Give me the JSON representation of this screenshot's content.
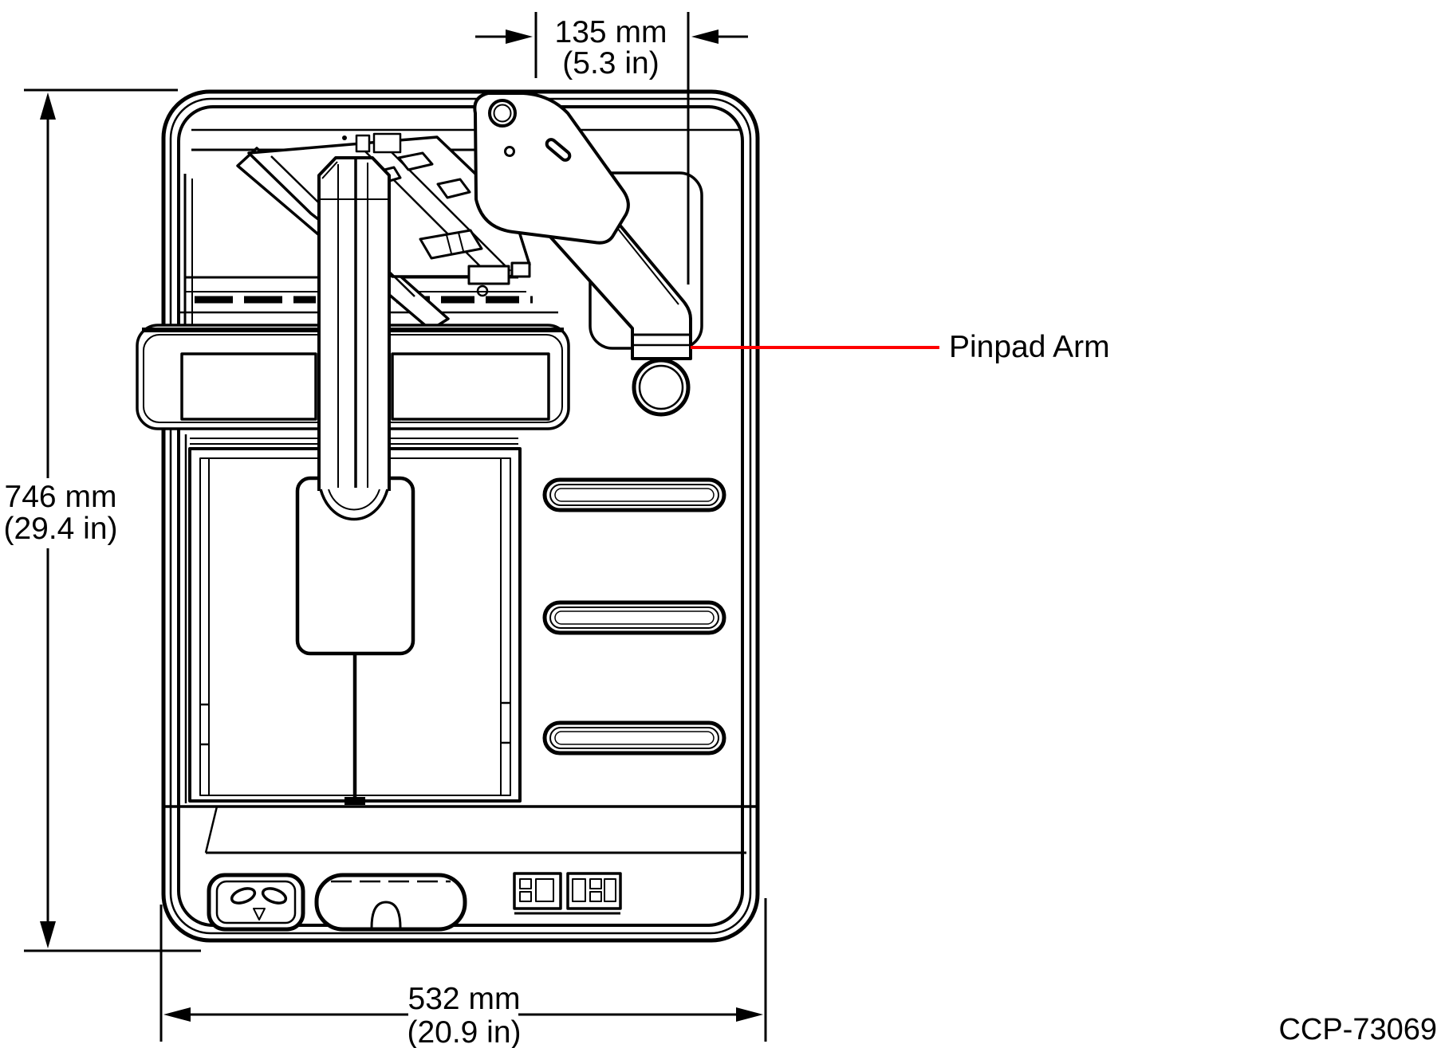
{
  "figure_code": "CCP-73069",
  "callout": {
    "label": "Pinpad Arm",
    "leader_color": "#FF0000"
  },
  "dimensions": {
    "top_width": {
      "mm": "135 mm",
      "inches": "(5.3 in)"
    },
    "left_height": {
      "mm": "746 mm",
      "inches": "(29.4 in)"
    },
    "bottom_width": {
      "mm": "532 mm",
      "inches": "(20.9 in)"
    }
  },
  "colors": {
    "line": "#000000",
    "leader": "#FF0000",
    "background": "#FFFFFF"
  }
}
